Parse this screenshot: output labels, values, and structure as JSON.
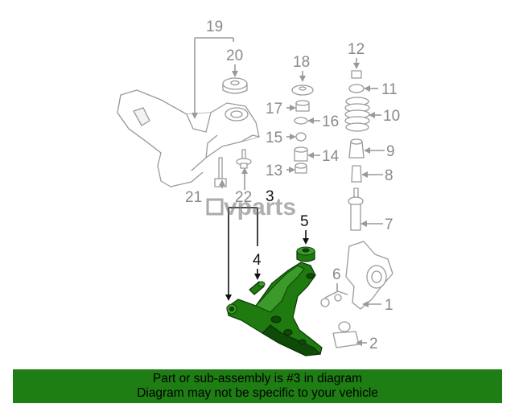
{
  "callouts": {
    "c1": "1",
    "c2": "2",
    "c3": "3",
    "c4": "4",
    "c5": "5",
    "c6": "6",
    "c7": "7",
    "c8": "8",
    "c9": "9",
    "c10": "10",
    "c11": "11",
    "c12": "12",
    "c13": "13",
    "c14": "14",
    "c15": "15",
    "c16": "16",
    "c17": "17",
    "c18": "18",
    "c19": "19",
    "c20": "20",
    "c21": "21",
    "c22": "22"
  },
  "watermark": "vparts",
  "footer": {
    "line1": "Part or sub-assembly is #3 in diagram",
    "line2": "Diagram may not be specific to your vehicle"
  },
  "colors": {
    "highlight_part": "#1f7a10",
    "footer_background": "#1e7e14",
    "callout_gray": "#8a8a8a",
    "callout_highlight": "#111111"
  }
}
